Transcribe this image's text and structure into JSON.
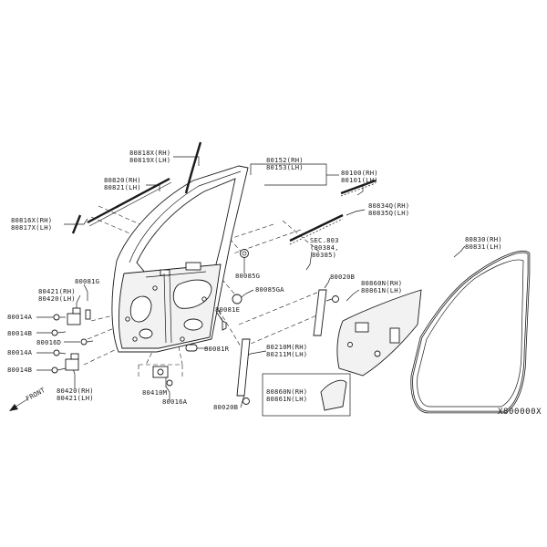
{
  "labels": {
    "p80818": "80818X(RH)",
    "p80819": "80819X(LH)",
    "p80820": "80820(RH)",
    "p80821": "80821(LH)",
    "p80816": "80816X(RH)",
    "p80817": "80817X(LH)",
    "p80152": "80152(RH)",
    "p80153": "80153(LH)",
    "p80100": "80100(RH)",
    "p80101": "80101(LH)",
    "p80834": "80834Q(RH)",
    "p80835": "80835Q(LH)",
    "sec_line1": "SEC.803",
    "sec_line2": "(80384,",
    "sec_line3": "80385)",
    "p80830": "80830(RH)",
    "p80831": "80831(LH)",
    "p80085g": "80085G",
    "p80085ga": "80085GA",
    "p80020b_top": "80020B",
    "p80860_top": "80860N(RH)",
    "p80861_top": "80861N(LH)",
    "p80081g": "80081G",
    "p80421_top": "80421(RH)",
    "p80420_top": "80420(LH)",
    "p80014a_top": "80014A",
    "p80014b_top": "80014B",
    "p80016d": "80016D",
    "p80014a_bot": "80014A",
    "p80014b_bot": "80014B",
    "p80420_bot": "80420(RH)",
    "p80421_bot": "80421(LH)",
    "p80081e": "80081E",
    "p80081r": "80081R",
    "p80410m": "80410M",
    "p80016a": "80016A",
    "p80210": "80210M(RH)",
    "p80211": "80211M(LH)",
    "p80020b_bot": "80020B",
    "p80860_inset": "80860N(RH)",
    "p80861_inset": "80861N(LH)",
    "front": "FRONT",
    "diagram_code": "X800000X"
  }
}
